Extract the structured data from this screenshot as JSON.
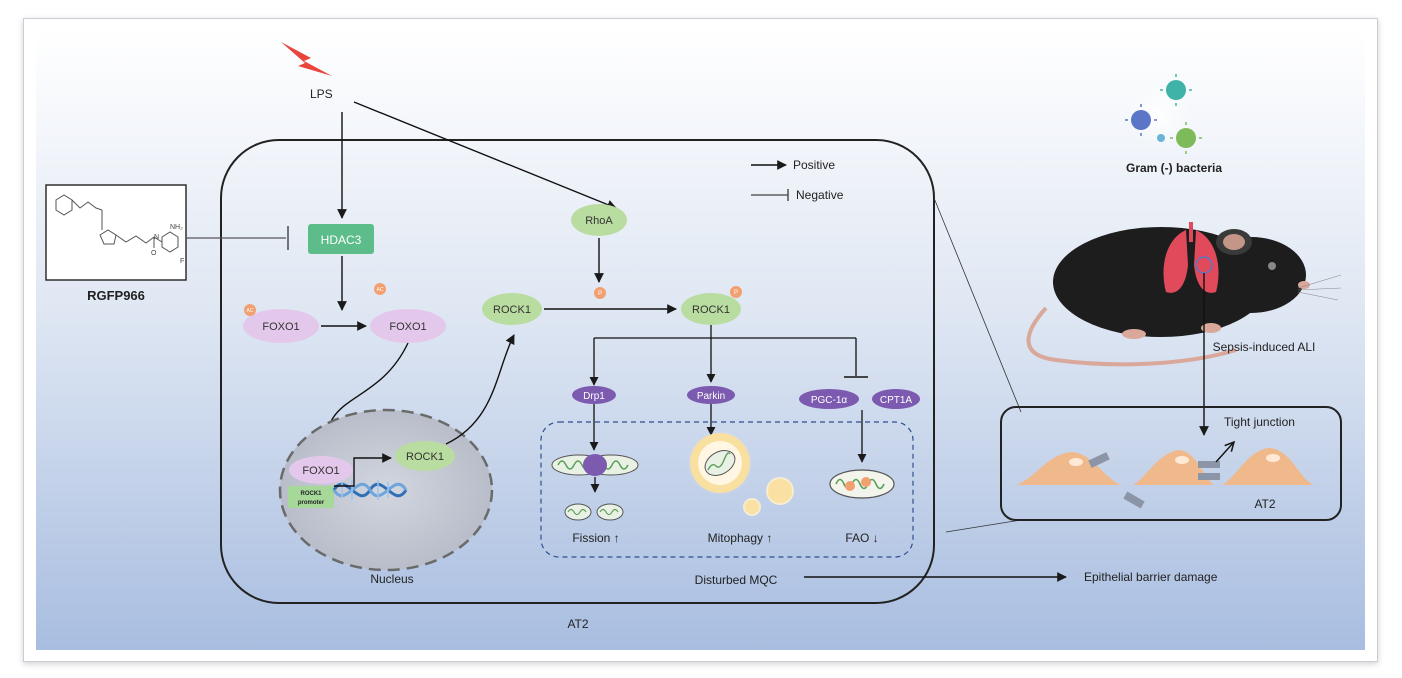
{
  "labels": {
    "lps": "LPS",
    "hdac3": "HDAC3",
    "rgfp966": "RGFP966",
    "rhoa": "RhoA",
    "rock1": "ROCK1",
    "rock1_p": "ROCK1",
    "rock1_nucleus": "ROCK1",
    "foxo1_ac": "FOXO1",
    "foxo1": "FOXO1",
    "foxo1_nucleus": "FOXO1",
    "ac": "AC",
    "p": "P",
    "rock1_promoter_line1": "ROCK1",
    "rock1_promoter_line2": "promoter",
    "nucleus": "Nucleus",
    "drp1": "Drp1",
    "parkin": "Parkin",
    "pgc1a": "PGC-1α",
    "cpt1a": "CPT1A",
    "fission": "Fission ↑",
    "mitophagy": "Mitophagy ↑",
    "fao": "FAO ↓",
    "disturbed_mqc": "Disturbed MQC",
    "at2_cell": "AT2",
    "at2_inset": "AT2",
    "epithelial": "Epithelial barrier damage",
    "gram": "Gram (-) bacteria",
    "sepsis": "Sepsis-induced ALI",
    "tight_junction": "Tight junction",
    "chem_nh2": "NH₂",
    "chem_n": "N",
    "chem_o": "O",
    "chem_f": "F"
  },
  "legend": {
    "positive": "Positive",
    "negative": "Negative"
  },
  "colors": {
    "background_top": "#ffffff",
    "background_bottom": "#a9bfe1",
    "green_node": "#b9dca0",
    "hdac3": "#5cbd8a",
    "purple_node": "#e3c8ec",
    "dark_purple": "#7b5ab0",
    "phospho": "#f2a070",
    "nucleus": "#c5c9d3",
    "cell_orange": "#f0b98c",
    "lightning": "#e8453c"
  }
}
